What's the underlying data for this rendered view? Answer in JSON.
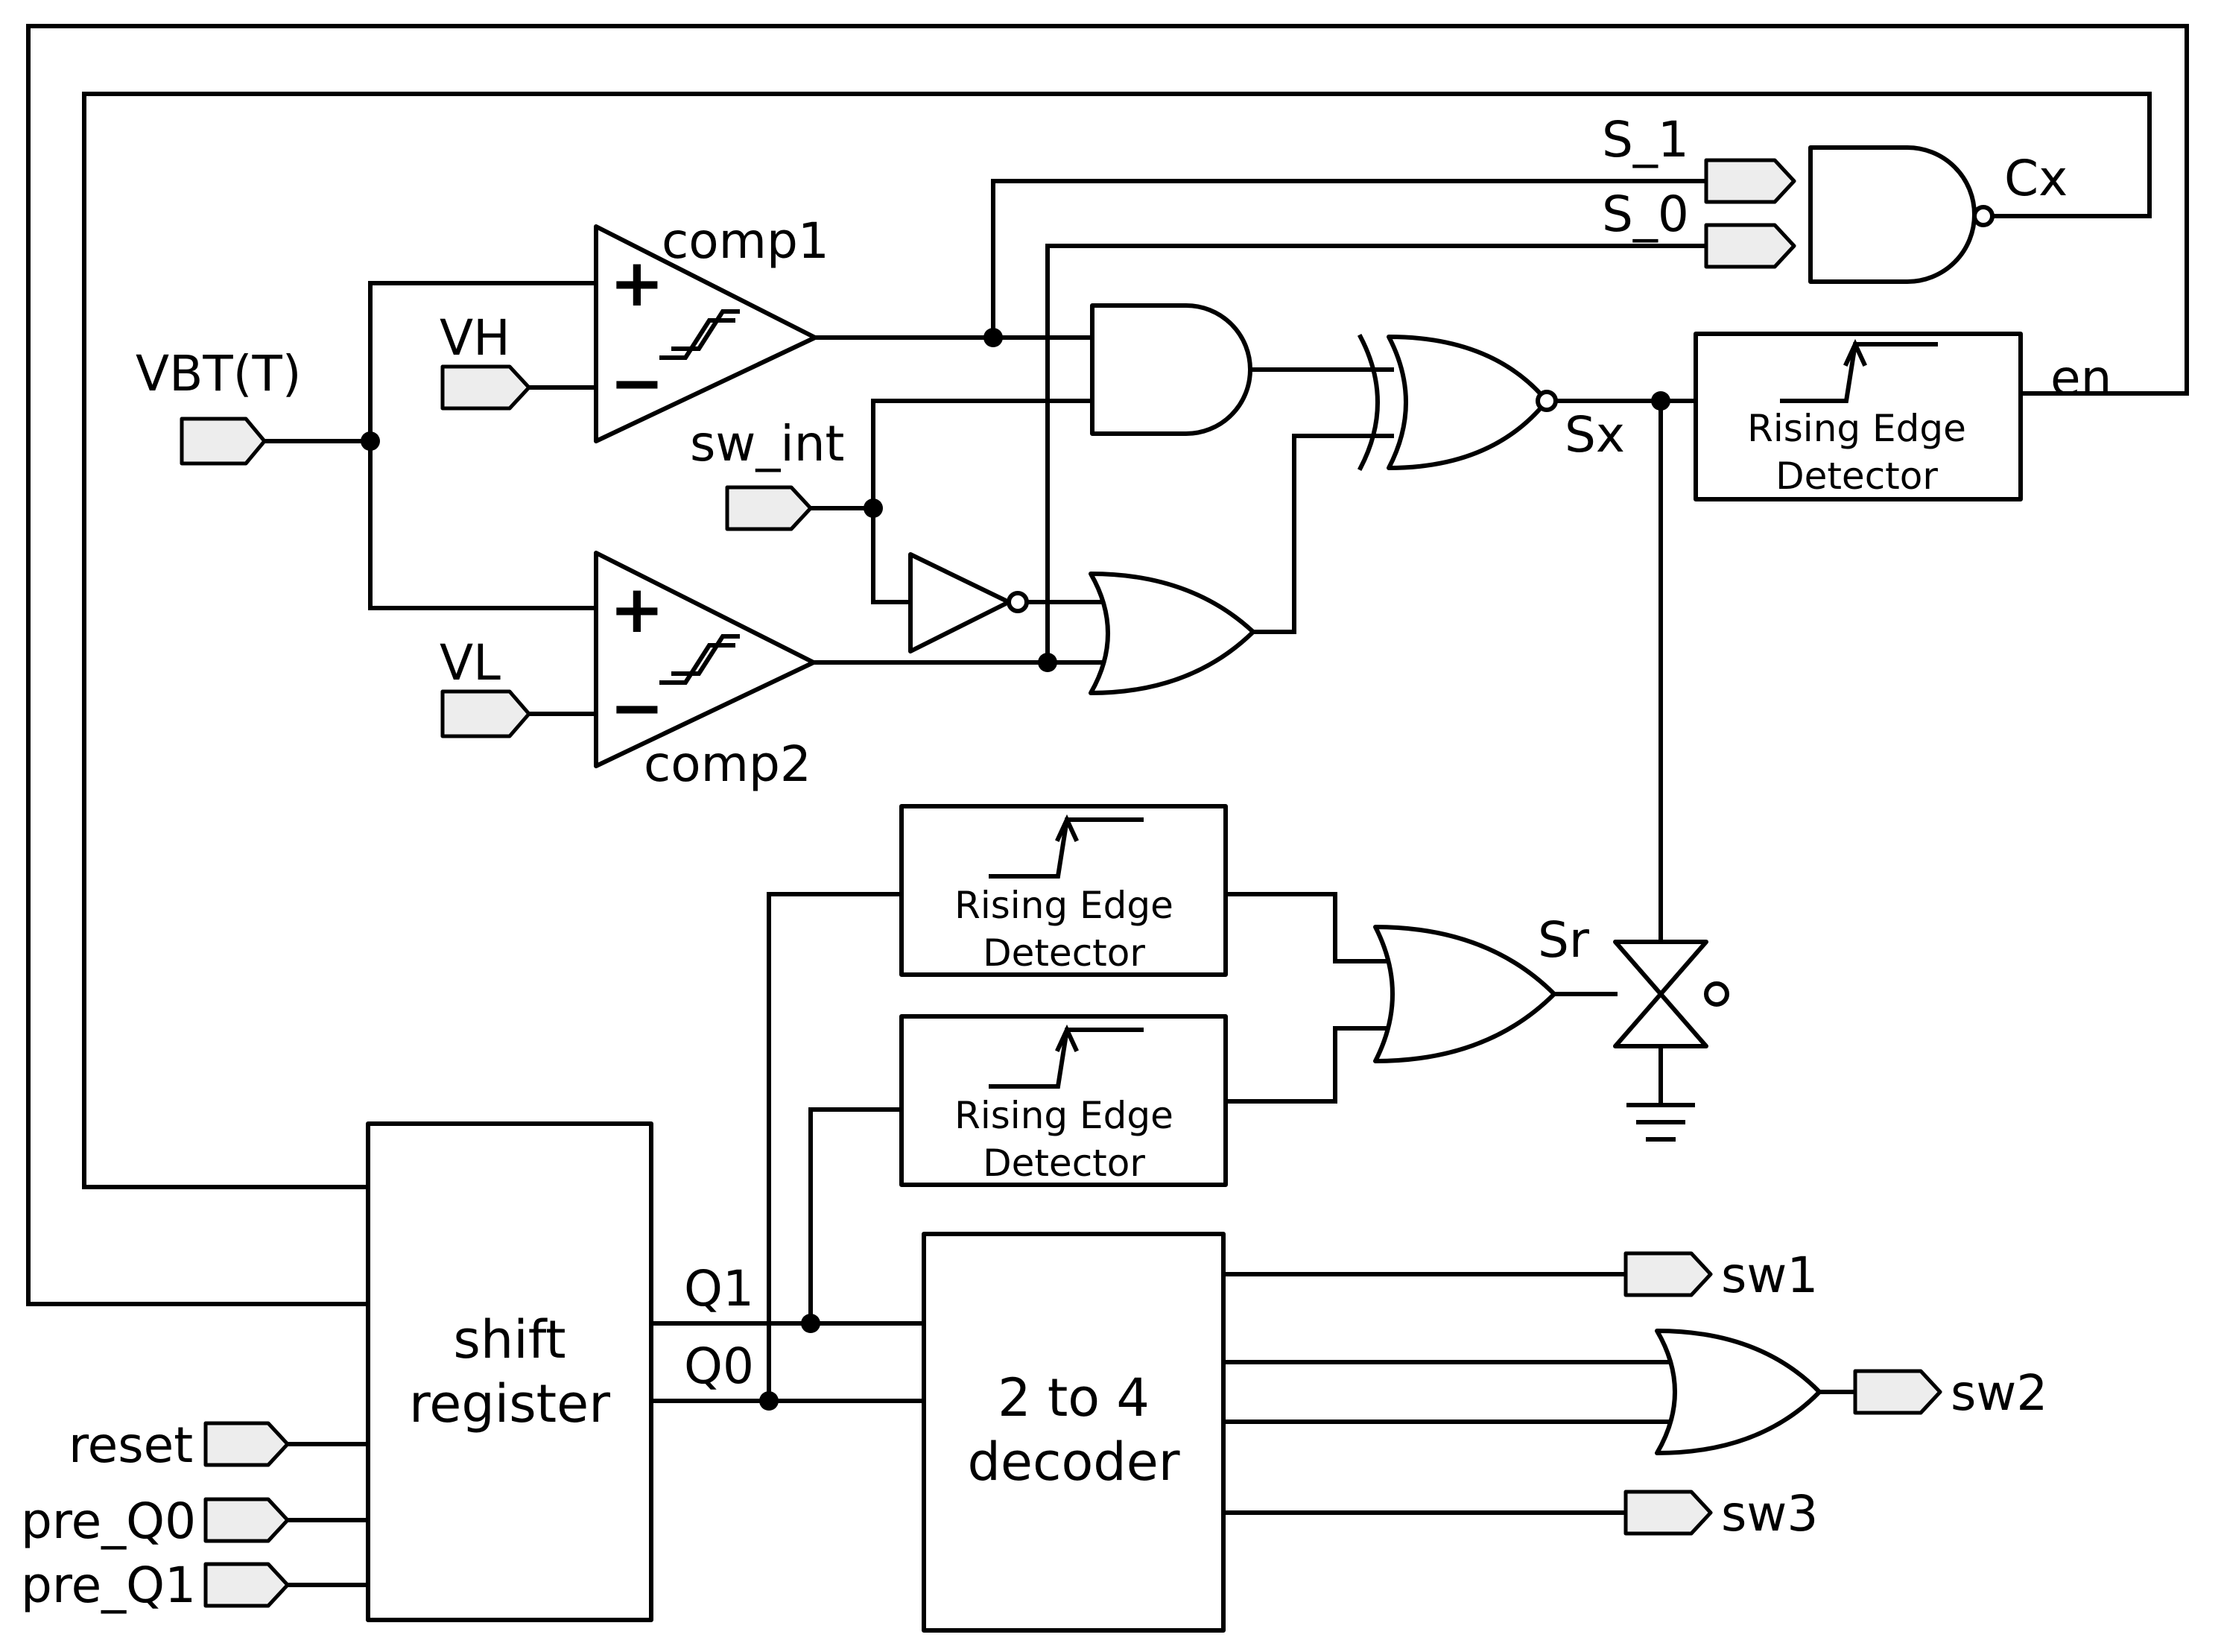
{
  "inputs": {
    "vbt": "VBT(T)",
    "vh": "VH",
    "vl": "VL",
    "sw_int": "sw_int",
    "reset": "reset",
    "pre_q0": "pre_Q0",
    "pre_q1": "pre_Q1",
    "s1": "S_1",
    "s0": "S_0"
  },
  "outputs": {
    "sw1": "sw1",
    "sw2": "sw2",
    "sw3": "sw3"
  },
  "signals": {
    "cx": "Cx",
    "en": "en",
    "sx": "Sx",
    "sr": "Sr",
    "q1": "Q1",
    "q0": "Q0"
  },
  "comparators": {
    "comp1": "comp1",
    "comp2": "comp2",
    "plus": "+",
    "minus": "−"
  },
  "blocks": {
    "red_line1": "Rising Edge",
    "red_line2": "Detector",
    "shift_line1": "shift",
    "shift_line2": "register",
    "dec_line1": "2 to 4",
    "dec_line2": "decoder"
  }
}
